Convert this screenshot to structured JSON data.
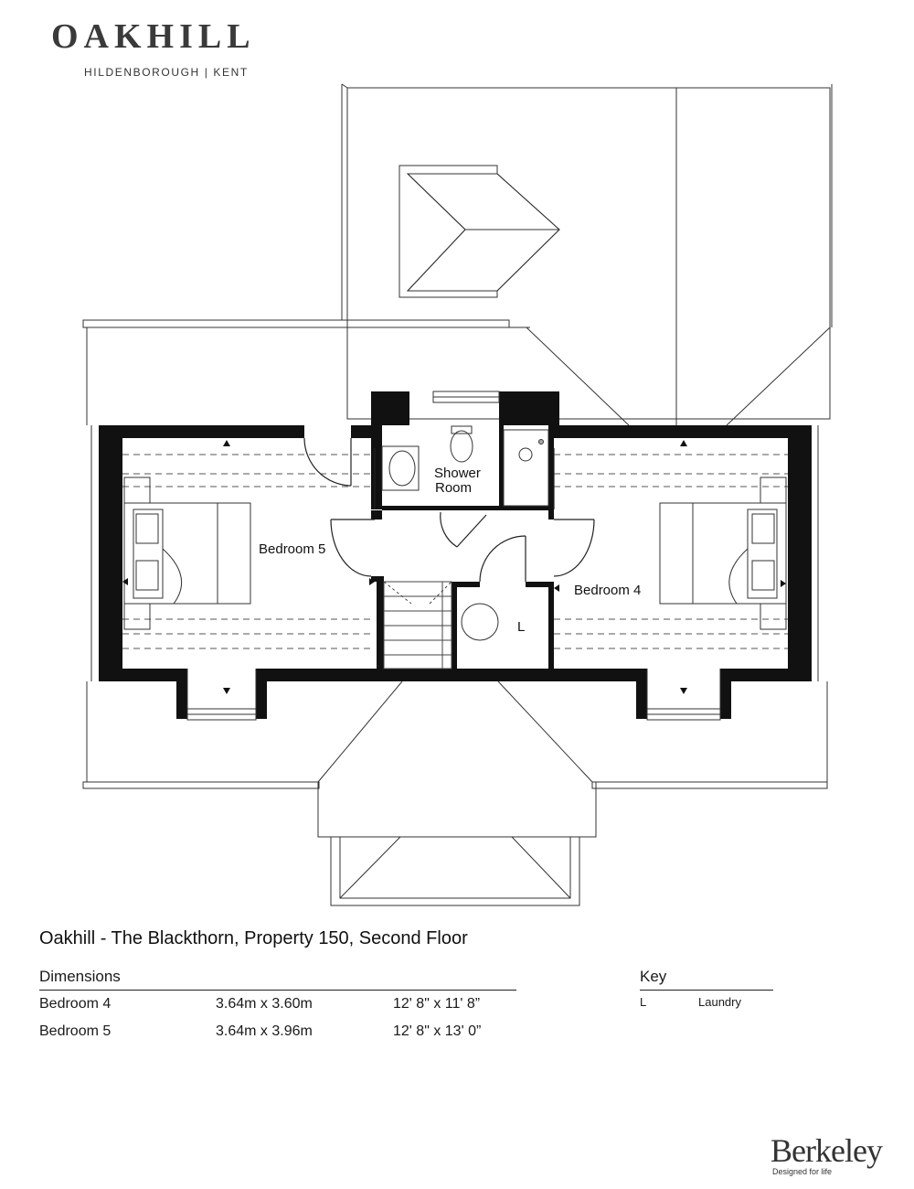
{
  "brand": {
    "name": "OAKHILL",
    "location": "HILDENBOROUGH | KENT"
  },
  "plan": {
    "rooms": {
      "shower_room_line1": "Shower",
      "shower_room_line2": "Room",
      "bedroom5": "Bedroom 5",
      "bedroom4": "Bedroom 4",
      "laundry_marker": "L"
    }
  },
  "caption": "Oakhill - The Blackthorn, Property 150, Second Floor",
  "dimensions": {
    "title": "Dimensions",
    "rows": [
      {
        "room": "Bedroom 4",
        "metric": "3.64m x 3.60m",
        "imperial": "12' 8\" x 11' 8”"
      },
      {
        "room": "Bedroom 5",
        "metric": "3.64m x 3.96m",
        "imperial": "12' 8\" x 13' 0”"
      }
    ]
  },
  "key": {
    "title": "Key",
    "items": [
      {
        "code": "L",
        "meaning": "Laundry"
      }
    ]
  },
  "footer_logo": {
    "name": "Berkeley",
    "tagline": "Designed for life"
  },
  "colors": {
    "wall": "#111111",
    "line": "#333333",
    "dash": "#555555",
    "brand": "#3a3a3a"
  }
}
